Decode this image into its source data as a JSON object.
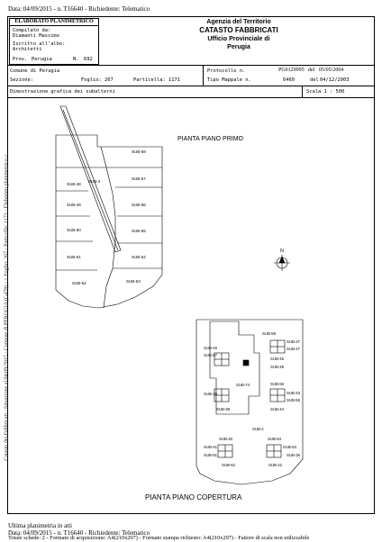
{
  "top_stamp": "Data: 04/09/2015 - n. T16640 - Richiedente: Telematico",
  "header": {
    "box_title": "ELABORATO PLANIMETRICO",
    "compilato_label": "Compilato da:",
    "compilato_value": "Diamanti Massimo",
    "iscritto_label": "Iscritto all'albo:",
    "iscritto_value": "Architetti",
    "prov_label": "Prov.",
    "prov_value": "Perugia",
    "n_label": "N.",
    "n_value": "692",
    "agency": "Agenzia del Territorio",
    "catasto": "CATASTO FABBRICATI",
    "ufficio": "Ufficio Provinciale di",
    "city": "Perugia"
  },
  "info": {
    "comune": "Comune di Perugia",
    "sezione_label": "Sezione:",
    "foglio": "Foglio: 267",
    "particella": "Particella: 1171",
    "protocollo_label": "Protocollo n.",
    "protocollo_value": "PG0129995",
    "protocollo_del": "del",
    "protocollo_date": "05/05/2004",
    "tipo_label": "Tipo Mappale n.",
    "tipo_value": "6460",
    "tipo_del": "del",
    "tipo_date": "04/12/2003",
    "dimostrazione": "Dimostrazione grafica dei subalterni",
    "scala": "Scala 1 : 500"
  },
  "plan_top": {
    "title": "PIANTA PIANO PRIMO",
    "units": [
      "SUB-59",
      "SUB-2",
      "SUB-57",
      "SUB-48",
      "SUB-49",
      "SUB-56",
      "SUB-50",
      "SUB-55",
      "SUB-51",
      "SUB-54",
      "SUB-52",
      "SUB-53"
    ]
  },
  "north_label": "N",
  "plan_bottom": {
    "title": "PIANTA PIANO COPERTURA",
    "units": [
      "SUB-58",
      "SUB-37",
      "SUB-47",
      "SUB-46",
      "SUB-45",
      "SUB-57",
      "SUB-74",
      "SUB-56",
      "SUB-39",
      "SUB-43",
      "SUB-55",
      "SUB-38",
      "SUB-44",
      "SUB-2",
      "SUB-40",
      "SUB-54",
      "SUB-41",
      "SUB-53",
      "SUB-51",
      "SUB-52",
      "SUB-42",
      "SUB-48",
      "SUB-36"
    ]
  },
  "side_text": "Catasto dei Fabbricati - Situazione al 04/09/2015 - Comune di PERUGIA (G478) - < Foglio: 267 - Particella: 1171 - Elaborato planimetrico >",
  "footer": {
    "ultima": "Ultima planimetria in atti",
    "line1": "Data: 04/09/2015 - n. T16640 - Richiedente: Telematico",
    "line2": "Totale schede: 2 - Formato di acquisizione: A4(210x297) - Formato stampa richiesto: A4(210x297) - Fattore di scala non utilizzabile"
  }
}
